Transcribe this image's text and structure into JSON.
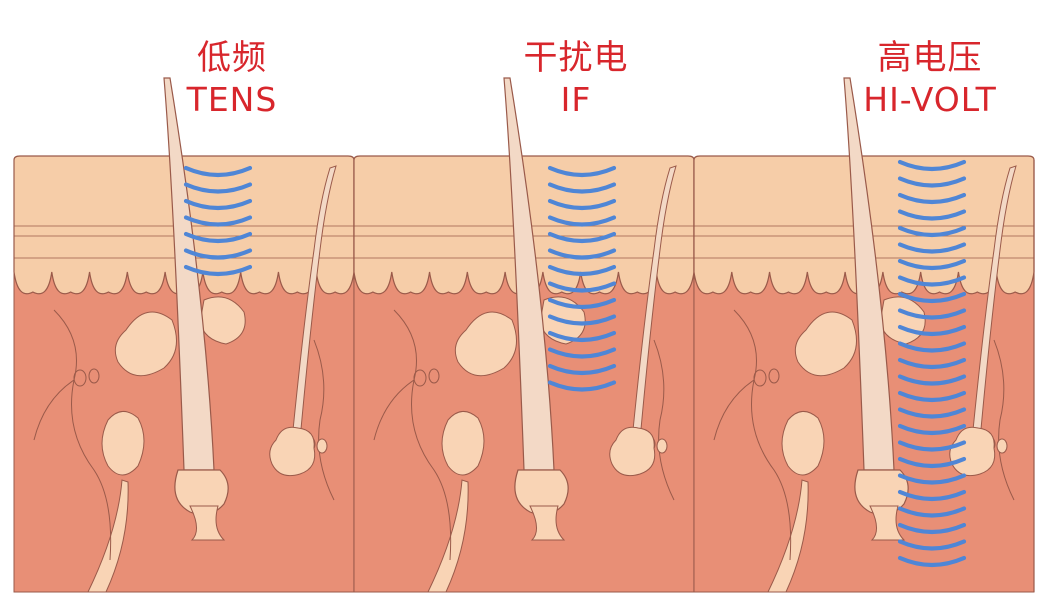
{
  "panels": [
    {
      "title_cn": "低频",
      "title_en": "TENS",
      "arcs": 7
    },
    {
      "title_cn": "干扰电",
      "title_en": "IF",
      "arcs": 14
    },
    {
      "title_cn": "高电压",
      "title_en": "HI-VOLT",
      "arcs": 25
    }
  ],
  "colors": {
    "title": "#d8262c",
    "wave": "#4f86d6",
    "epidermis": "#f6cda8",
    "dermis": "#e88f76",
    "hair": "#f3d9c6",
    "outline": "#9a5a4a",
    "gland": "#f9d4b5"
  }
}
